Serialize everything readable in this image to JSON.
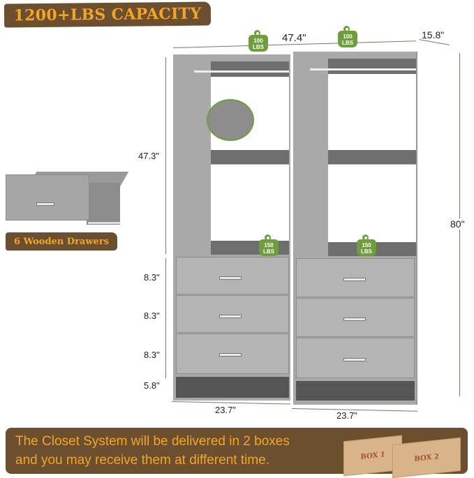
{
  "header": {
    "capacity_banner": "1200+LBS CAPACITY"
  },
  "drawer_callout": {
    "label": "6 Wooden Drawers"
  },
  "dimensions": {
    "total_width": "47.4\"",
    "depth": "15.8\"",
    "height": "80\"",
    "upper_section_height": "47.3\"",
    "drawer_heights": [
      "8.3\"",
      "8.3\"",
      "8.3\""
    ],
    "base_height": "5.8\"",
    "unit_widths": [
      "23.7\"",
      "23.7\""
    ]
  },
  "weights": {
    "rod_load": [
      "100 LBS",
      "100 LBS"
    ],
    "shelf_load": [
      "150 LBS",
      "150 LBS"
    ],
    "rod_top": [
      "100",
      "100"
    ],
    "rod_bottom": [
      "LBS",
      "LBS"
    ],
    "shelf_top": [
      "150",
      "150"
    ],
    "shelf_bottom": [
      "LBS",
      "LBS"
    ]
  },
  "footer": {
    "line1": "The Closet System will be delivered in 2 boxes",
    "line2": "and you may receive them at different time.",
    "boxes": [
      "BOX 1",
      "BOX 2"
    ]
  },
  "colors": {
    "banner_brown": "#6b4f2f",
    "banner_text": "#f3a623",
    "weight_green": "#6e9e3c",
    "closet_gray": "#a9a9a9"
  }
}
